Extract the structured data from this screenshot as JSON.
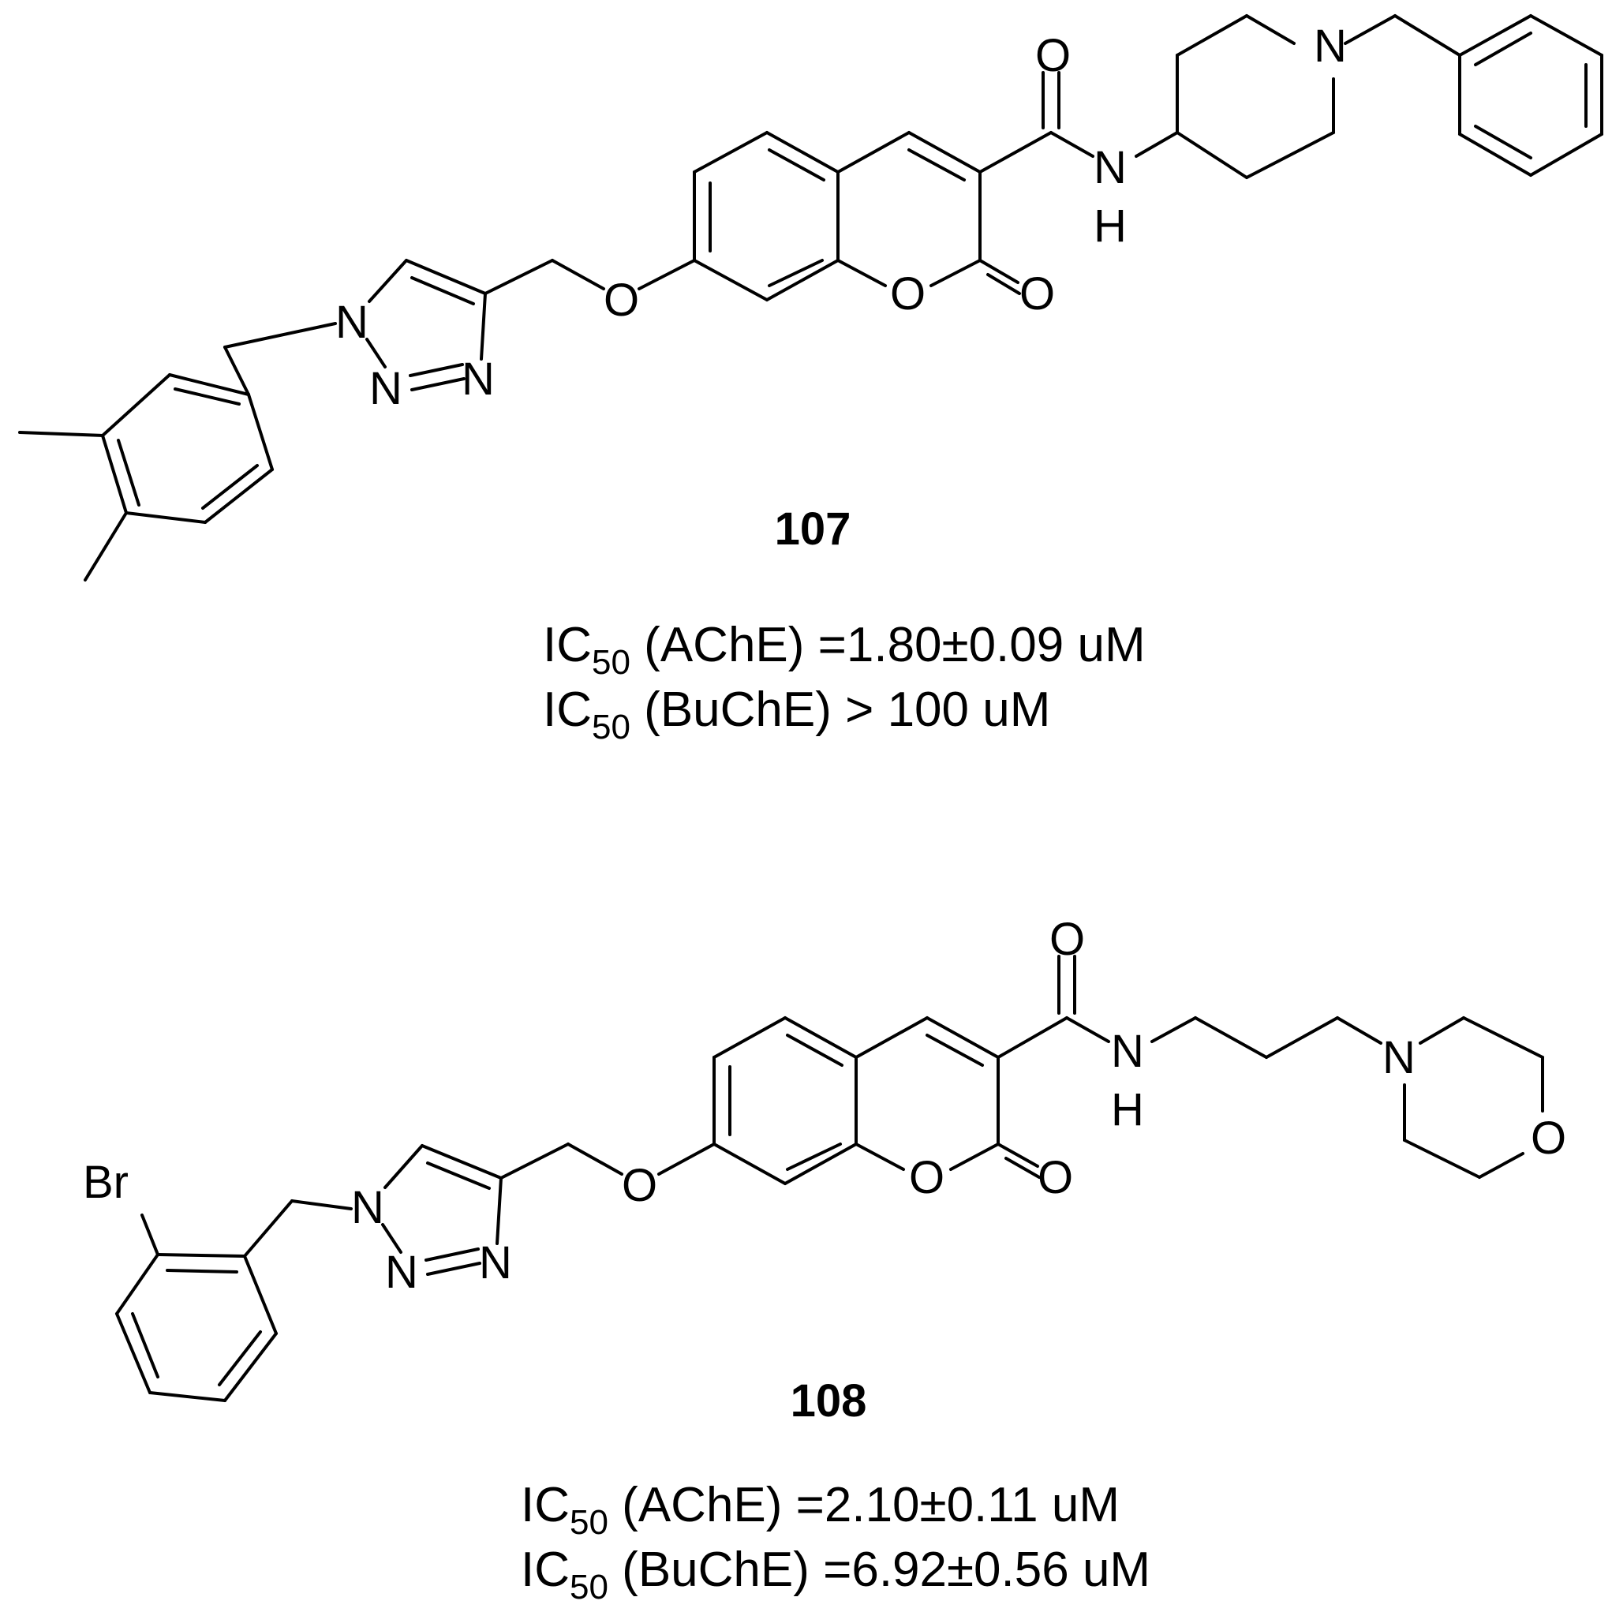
{
  "compounds": [
    {
      "id": "107",
      "atoms": {
        "N_pip": "N",
        "O_amide": "O",
        "NH_N": "N",
        "NH_H": "H",
        "O_lac_carbonyl": "O",
        "O_ring": "O",
        "O_ether": "O",
        "N1": "N",
        "N2": "N",
        "N3": "N"
      },
      "ic50": [
        {
          "prefix": "IC",
          "sub": "50",
          "text": " (AChE) =1.80±0.09 uM"
        },
        {
          "prefix": "IC",
          "sub": "50",
          "text": " (BuChE) > 100 uM"
        }
      ]
    },
    {
      "id": "108",
      "atoms": {
        "O_amide": "O",
        "NH_N": "N",
        "NH_H": "H",
        "N_morph": "N",
        "O_morph": "O",
        "O_lac_carbonyl": "O",
        "O_ring": "O",
        "O_ether": "O",
        "N1": "N",
        "N2": "N",
        "N3": "N",
        "Br": "Br"
      },
      "ic50": [
        {
          "prefix": "IC",
          "sub": "50",
          "text": " (AChE) =2.10±0.11 uM"
        },
        {
          "prefix": "IC",
          "sub": "50",
          "text": " (BuChE) =6.92±0.56 uM"
        }
      ]
    }
  ]
}
